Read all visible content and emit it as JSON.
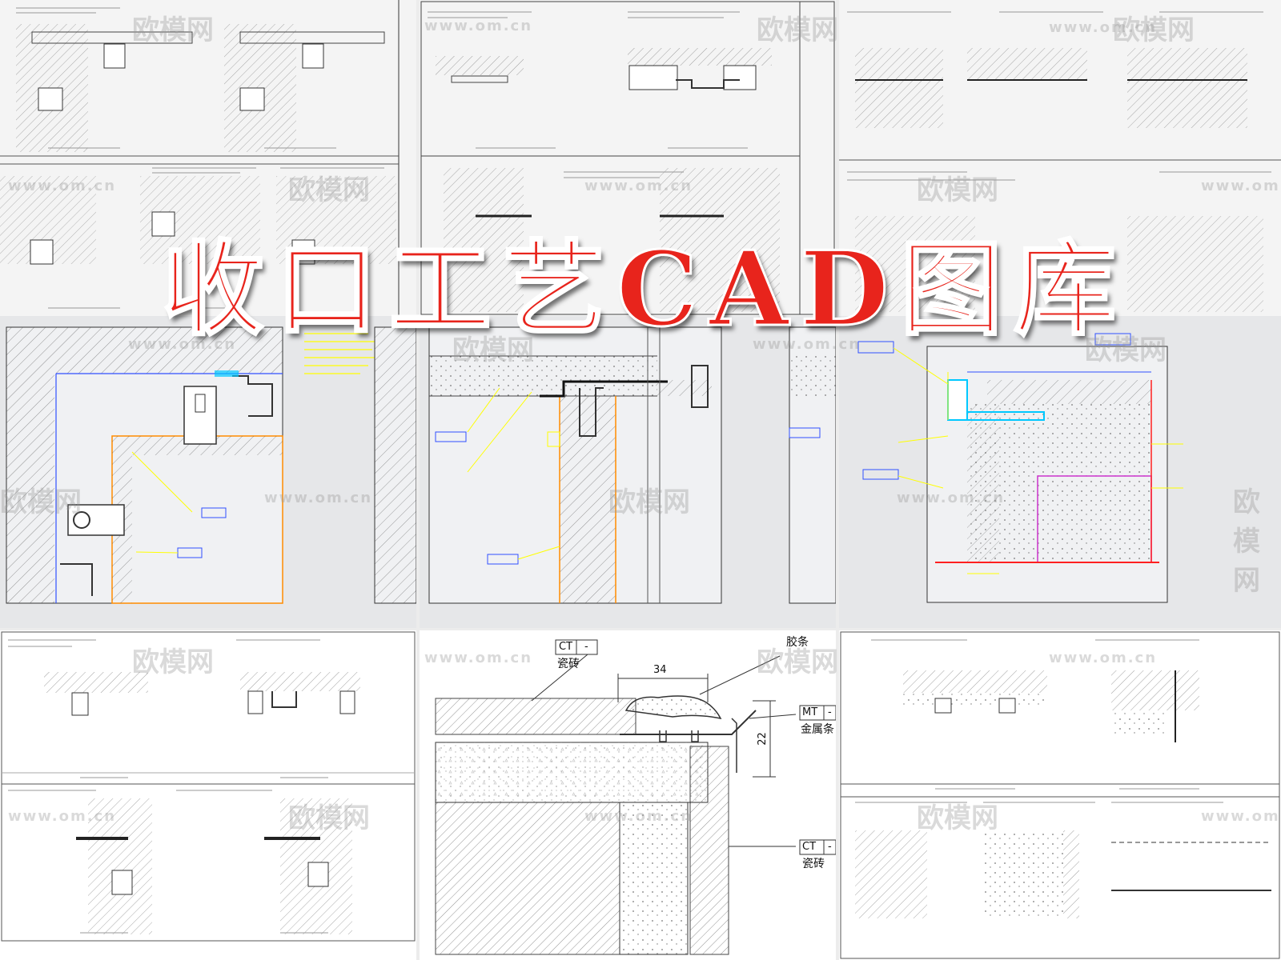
{
  "banner": {
    "title": "收口工艺CAD图库"
  },
  "watermark": {
    "logo": "欧模网",
    "url": "www.om.cn"
  },
  "detail": {
    "ct_code_top": "CT",
    "ct_dash_top": "-",
    "ct_name_top": "瓷砖",
    "strip_label": "胶条",
    "dim_width": "34",
    "mt_code": "MT",
    "mt_dash": "-",
    "mt_name": "金属条",
    "dim_height": "22",
    "ct_code_bottom": "CT",
    "ct_dash_bottom": "-",
    "ct_name_bottom": "瓷砖"
  },
  "colors": {
    "banner_red": "#e8241c",
    "cad_yellow": "#ffff00",
    "cad_cyan": "#00c8ff",
    "cad_orange": "#ff8c00",
    "cad_magenta": "#cc33cc",
    "cad_red": "#ff2020"
  }
}
